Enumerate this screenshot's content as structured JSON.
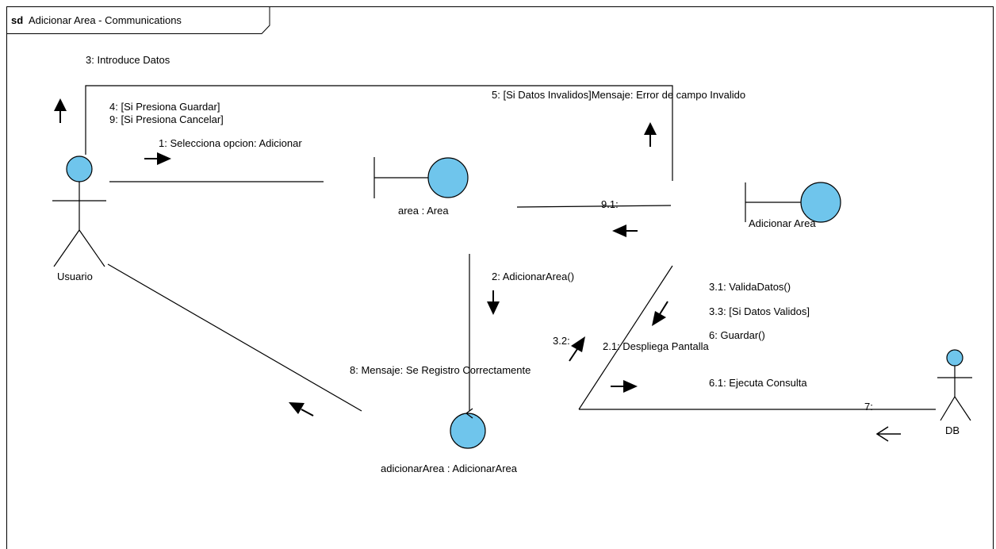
{
  "frame": {
    "keyword": "sd",
    "title": "Adicionar Area - Communications"
  },
  "nodes": {
    "usuario": "Usuario",
    "area_obj": "area : Area",
    "boundary": "Adicionar Area",
    "control": "adicionarArea : AdicionarArea",
    "db": "DB"
  },
  "messages": {
    "m3": "3: Introduce Datos",
    "m4": "4: [Si Presiona Guardar]",
    "m9": "9: [Si Presiona Cancelar]",
    "m1": "1: Selecciona opcion: Adicionar",
    "m5": "5: [Si Datos Invalidos]Mensaje: Error de campo Invalido",
    "m91": "9.1:",
    "m2": "2: AdicionarArea()",
    "m31": "3.1: ValidaDatos()",
    "m33": "3.3: [Si Datos Validos]",
    "m6": "6: Guardar()",
    "m32": "3.2:",
    "m21": "2.1: Despliega Pantalla",
    "m8": "8: Mensaje: Se Registro Correctamente",
    "m61": "6.1: Ejecuta Consulta",
    "m7": "7:"
  },
  "colors": {
    "fill": "#6fc5ec",
    "stroke": "#000000",
    "background": "#ffffff"
  }
}
